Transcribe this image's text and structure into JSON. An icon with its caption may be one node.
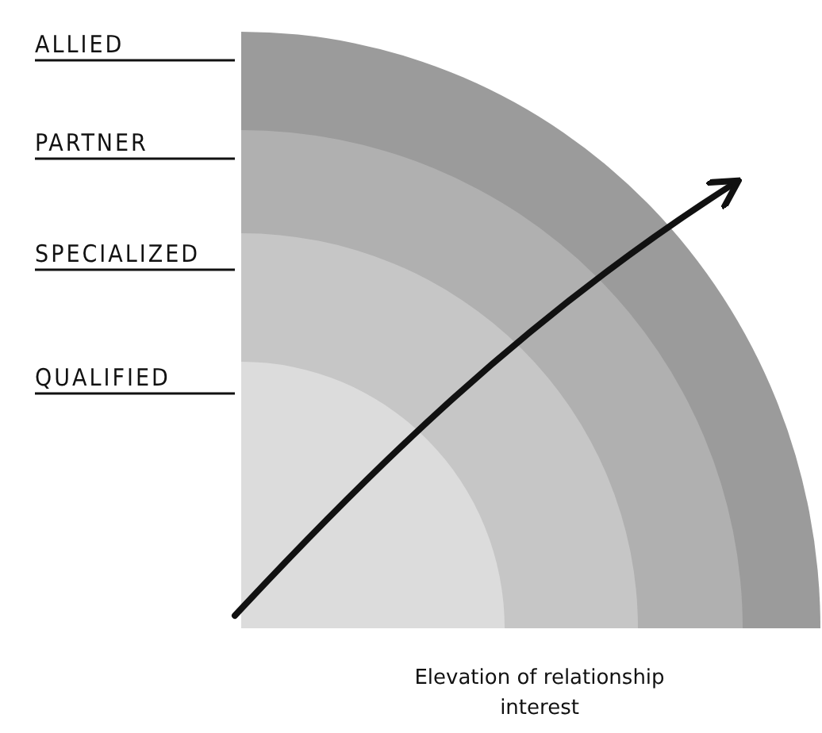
{
  "diagram": {
    "caption": "Elevation of relationship interest",
    "nodes": [
      {
        "text": [],
        "shape": "circle"
      },
      {
        "text": [],
        "shape": "circle",
        "in": 0
      },
      {
        "text": [],
        "shape": "circle",
        "in": 1
      },
      {
        "text": [],
        "shape": "circle",
        "in": 2
      },
      {
        "text": [
          "ALLIED"
        ]
      },
      {
        "text": [
          "PARTNER"
        ]
      },
      {
        "text": [
          "SPECIALIZED"
        ]
      },
      {
        "text": [
          "QUALIFIED"
        ]
      }
    ],
    "edges": [
      {
        "from": 4,
        "to": 0,
        "arrow": "none"
      },
      {
        "from": 5,
        "to": 1,
        "arrow": "none"
      },
      {
        "from": 6,
        "to": 2,
        "arrow": "none"
      },
      {
        "from": 7,
        "to": 3,
        "arrow": "none"
      }
    ]
  }
}
